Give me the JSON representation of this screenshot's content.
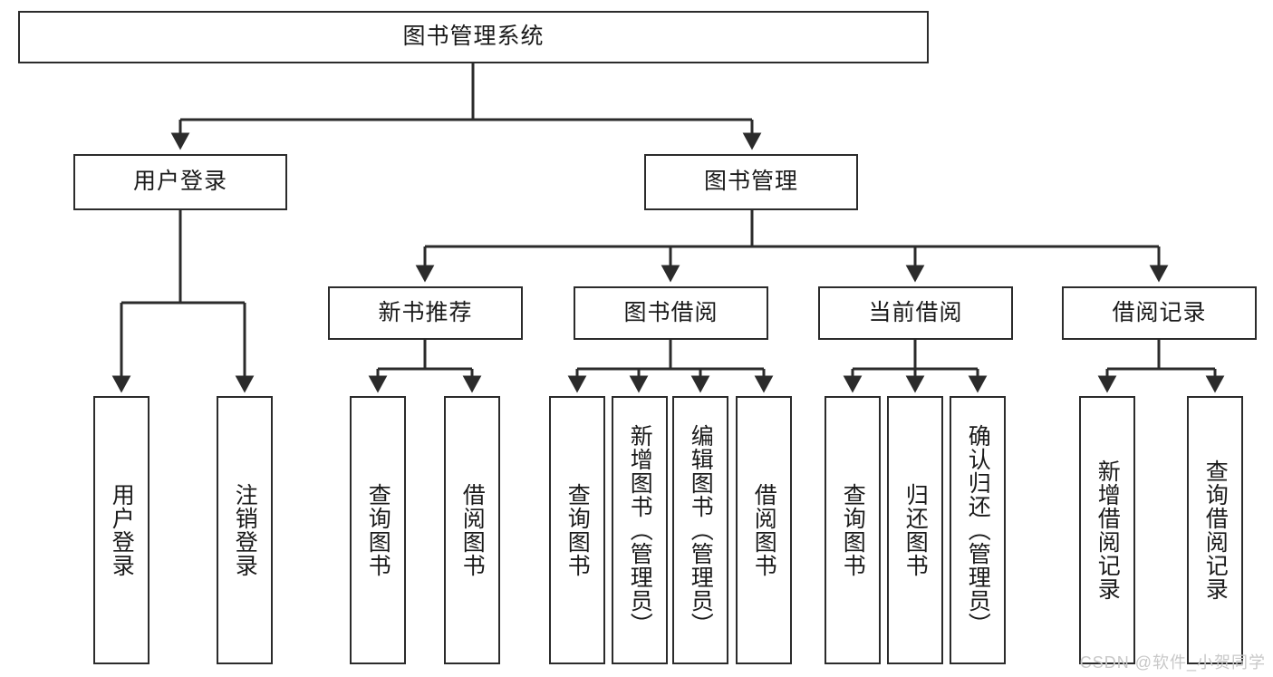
{
  "diagram": {
    "type": "tree",
    "title": "图书管理系统",
    "orientation": "top-down",
    "style": {
      "box_fill": "#ffffff",
      "box_border": "#2b2b2b",
      "edge_color": "#2b2b2b",
      "text_color": "#1a1a1a",
      "background": "#ffffff"
    }
  },
  "root": {
    "label": "图书管理系统"
  },
  "level1": [
    {
      "label": "用户登录"
    },
    {
      "label": "图书管理"
    }
  ],
  "level2": [
    {
      "label": "新书推荐"
    },
    {
      "label": "图书借阅"
    },
    {
      "label": "当前借阅"
    },
    {
      "label": "借阅记录"
    }
  ],
  "leaves": {
    "user_login": [
      {
        "label": "用户登录"
      },
      {
        "label": "注销登录"
      }
    ],
    "new_book_recommend": [
      {
        "label": "查询图书"
      },
      {
        "label": "借阅图书"
      }
    ],
    "book_borrow": [
      {
        "label": "查询图书"
      },
      {
        "label": "新增图书（管理员）"
      },
      {
        "label": "编辑图书（管理员）"
      },
      {
        "label": "借阅图书"
      }
    ],
    "current_borrow": [
      {
        "label": "查询图书"
      },
      {
        "label": "归还图书"
      },
      {
        "label": "确认归还（管理员）"
      }
    ],
    "borrow_record": [
      {
        "label": "新增借阅记录"
      },
      {
        "label": "查询借阅记录"
      }
    ]
  },
  "watermark": {
    "text": "CSDN @软件_小贺同学"
  }
}
